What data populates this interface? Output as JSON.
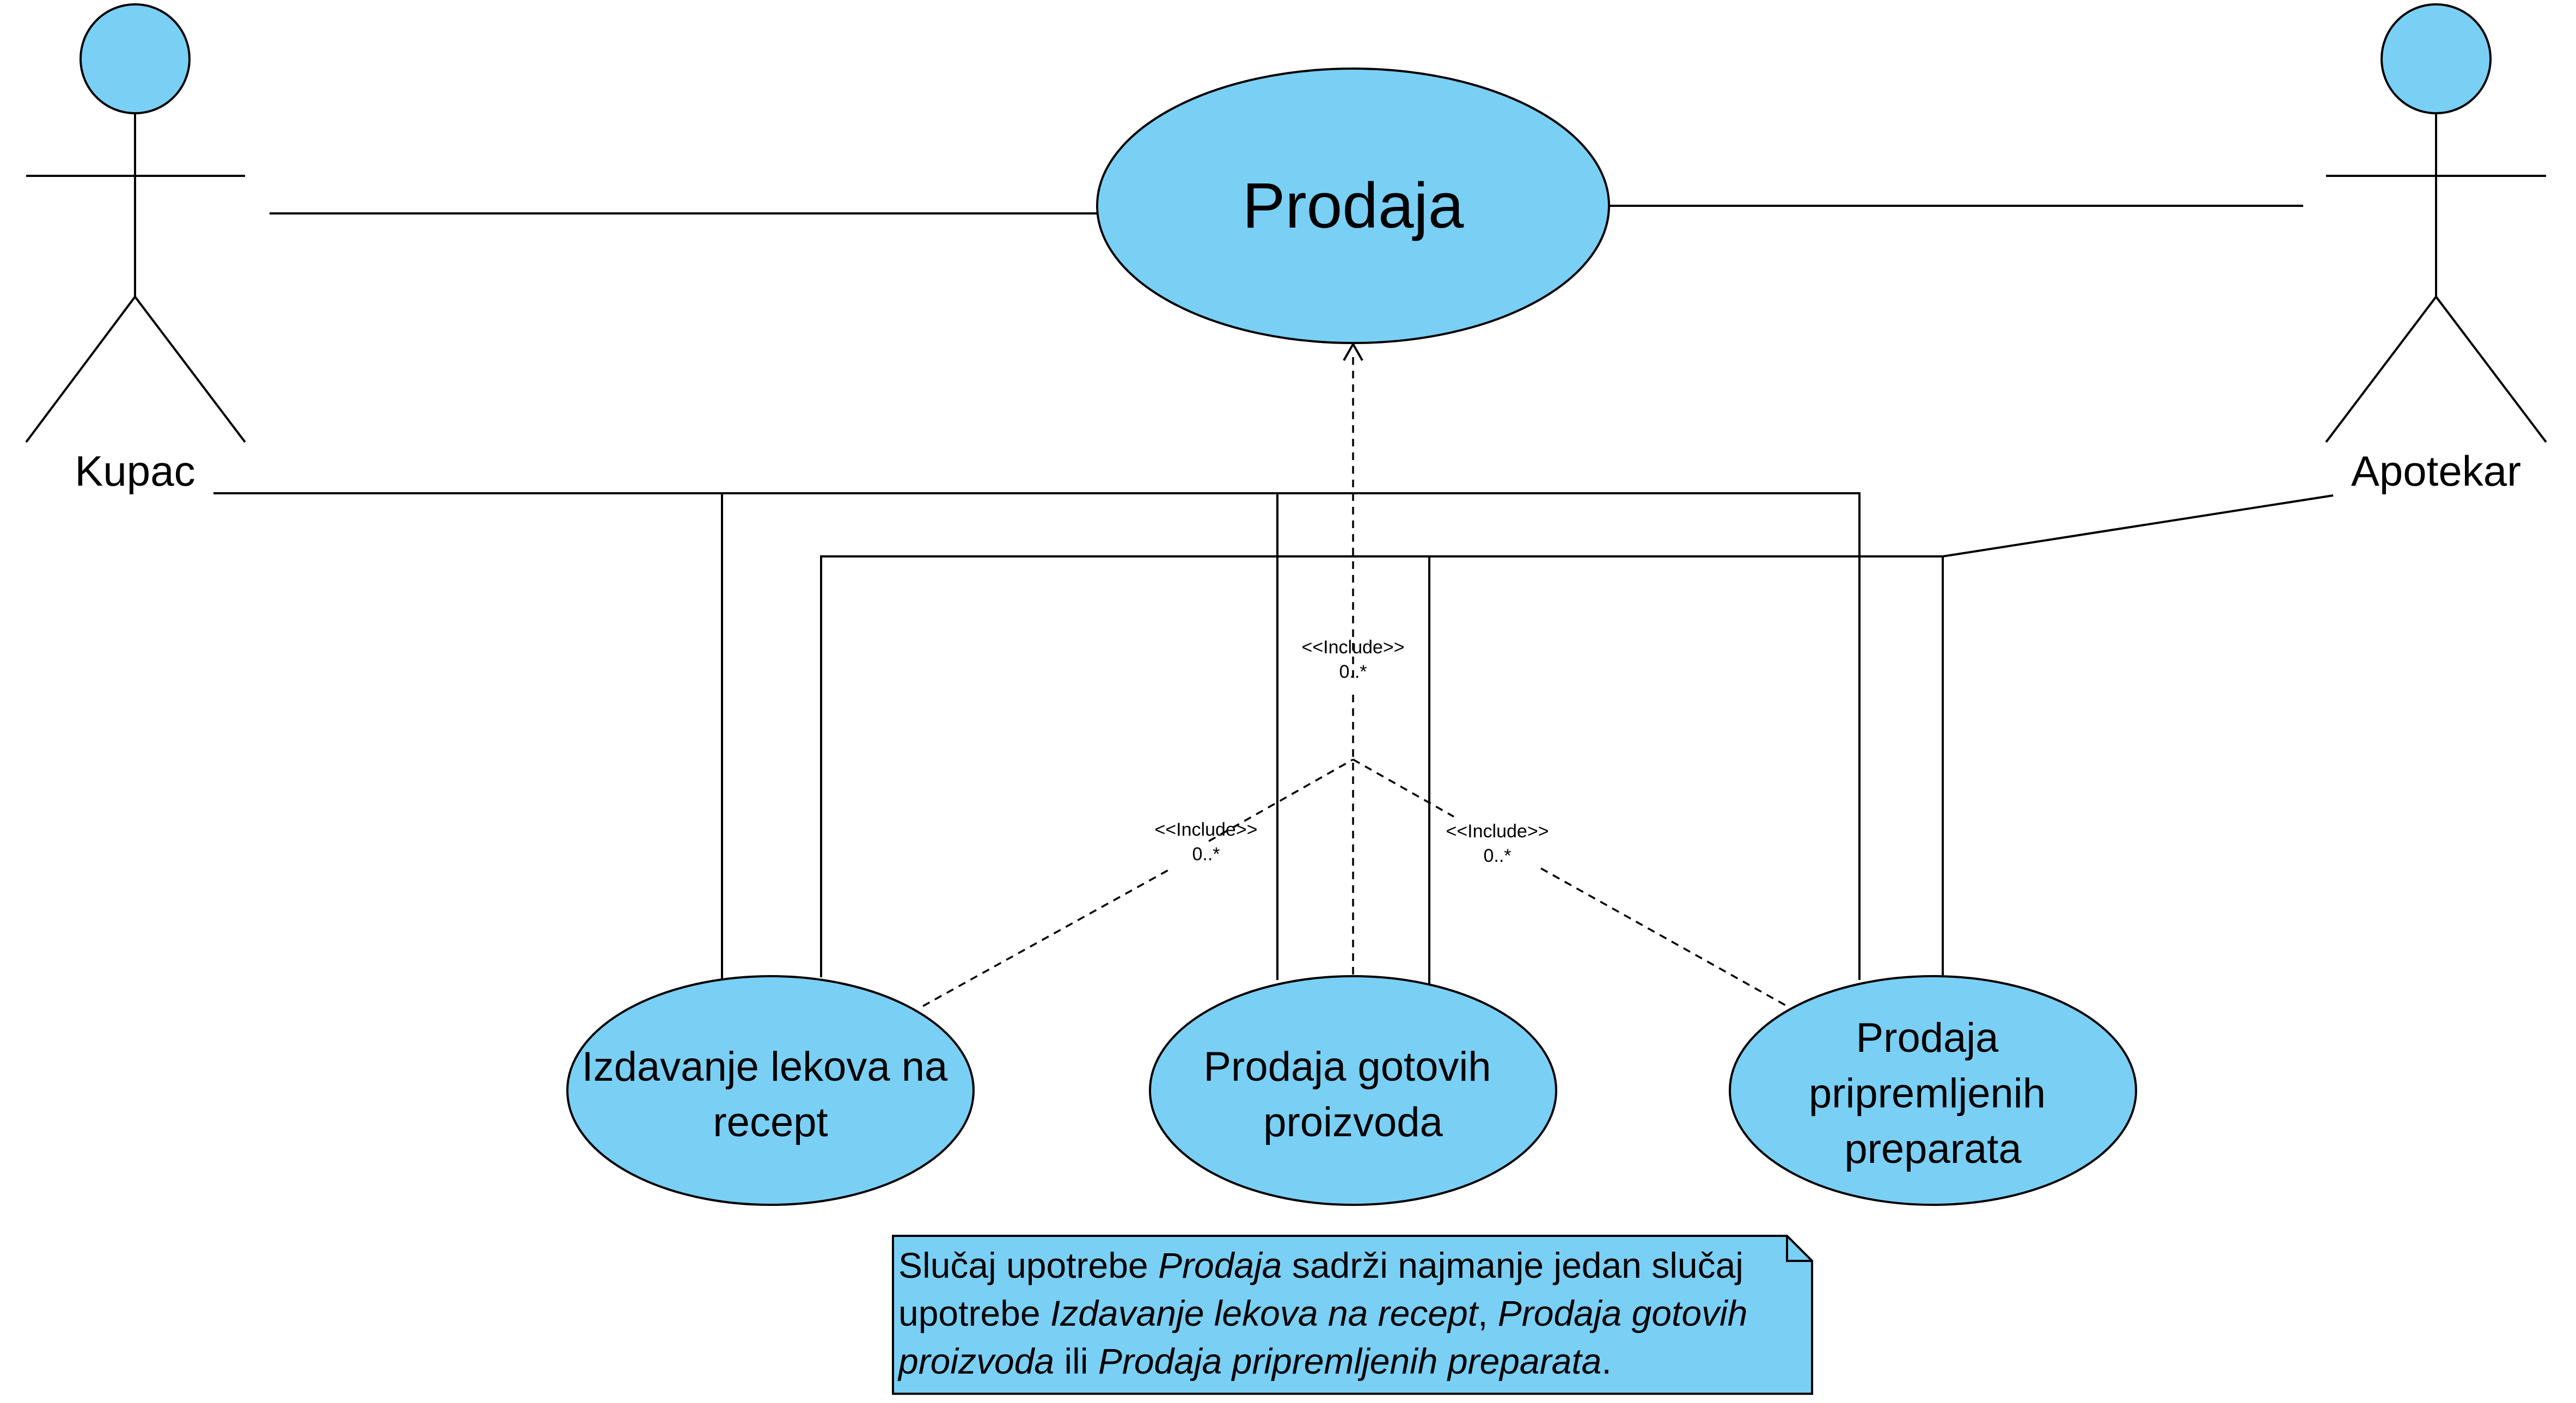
{
  "colors": {
    "fill": "#7ACFF5",
    "stroke": "#000000",
    "background": "#FFFFFF"
  },
  "actors": {
    "customer": {
      "name": "Kupac"
    },
    "pharmacist": {
      "name": "Apotekar"
    }
  },
  "use_cases": {
    "main": {
      "label": "Prodaja"
    },
    "prescription": {
      "line1": "Izdavanje lekova na",
      "line2": "recept"
    },
    "ready_products": {
      "line1": "Prodaja gotovih",
      "line2": "proizvoda"
    },
    "prepared": {
      "line1": "Prodaja",
      "line2": "pripremljenih",
      "line3": "preparata"
    }
  },
  "include_relations": [
    {
      "stereotype": "<<Include>>",
      "multiplicity": "0..*"
    },
    {
      "stereotype": "<<Include>>",
      "multiplicity": "0..*"
    },
    {
      "stereotype": "<<Include>>",
      "multiplicity": "0..*"
    }
  ],
  "note": {
    "line1": {
      "a": "Slučaj upotrebe ",
      "b": "Prodaja",
      "c": " sadrži najmanje jedan slučaj"
    },
    "line2": {
      "a": "upotrebe ",
      "b": "Izdavanje lekova na recept",
      "c": ", ",
      "d": "Prodaja gotovih"
    },
    "line3": {
      "a": "proizvoda",
      "b": " ili ",
      "c": "Prodaja pripremljenih preparata",
      "d": "."
    }
  }
}
